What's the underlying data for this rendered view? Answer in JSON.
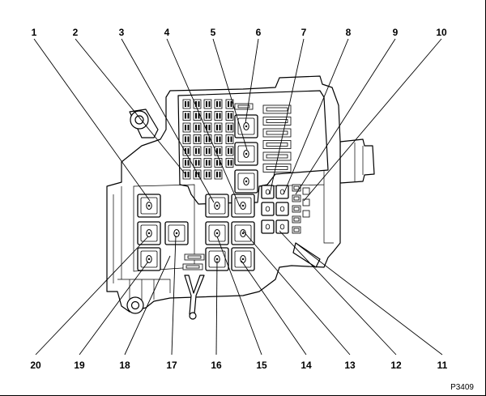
{
  "diagram": {
    "callouts_top": [
      "1",
      "2",
      "3",
      "4",
      "5",
      "6",
      "7",
      "8",
      "9",
      "10"
    ],
    "callouts_bottom": [
      "20",
      "19",
      "18",
      "17",
      "16",
      "15",
      "14",
      "13",
      "12",
      "11"
    ],
    "figure_code": "P3409"
  }
}
